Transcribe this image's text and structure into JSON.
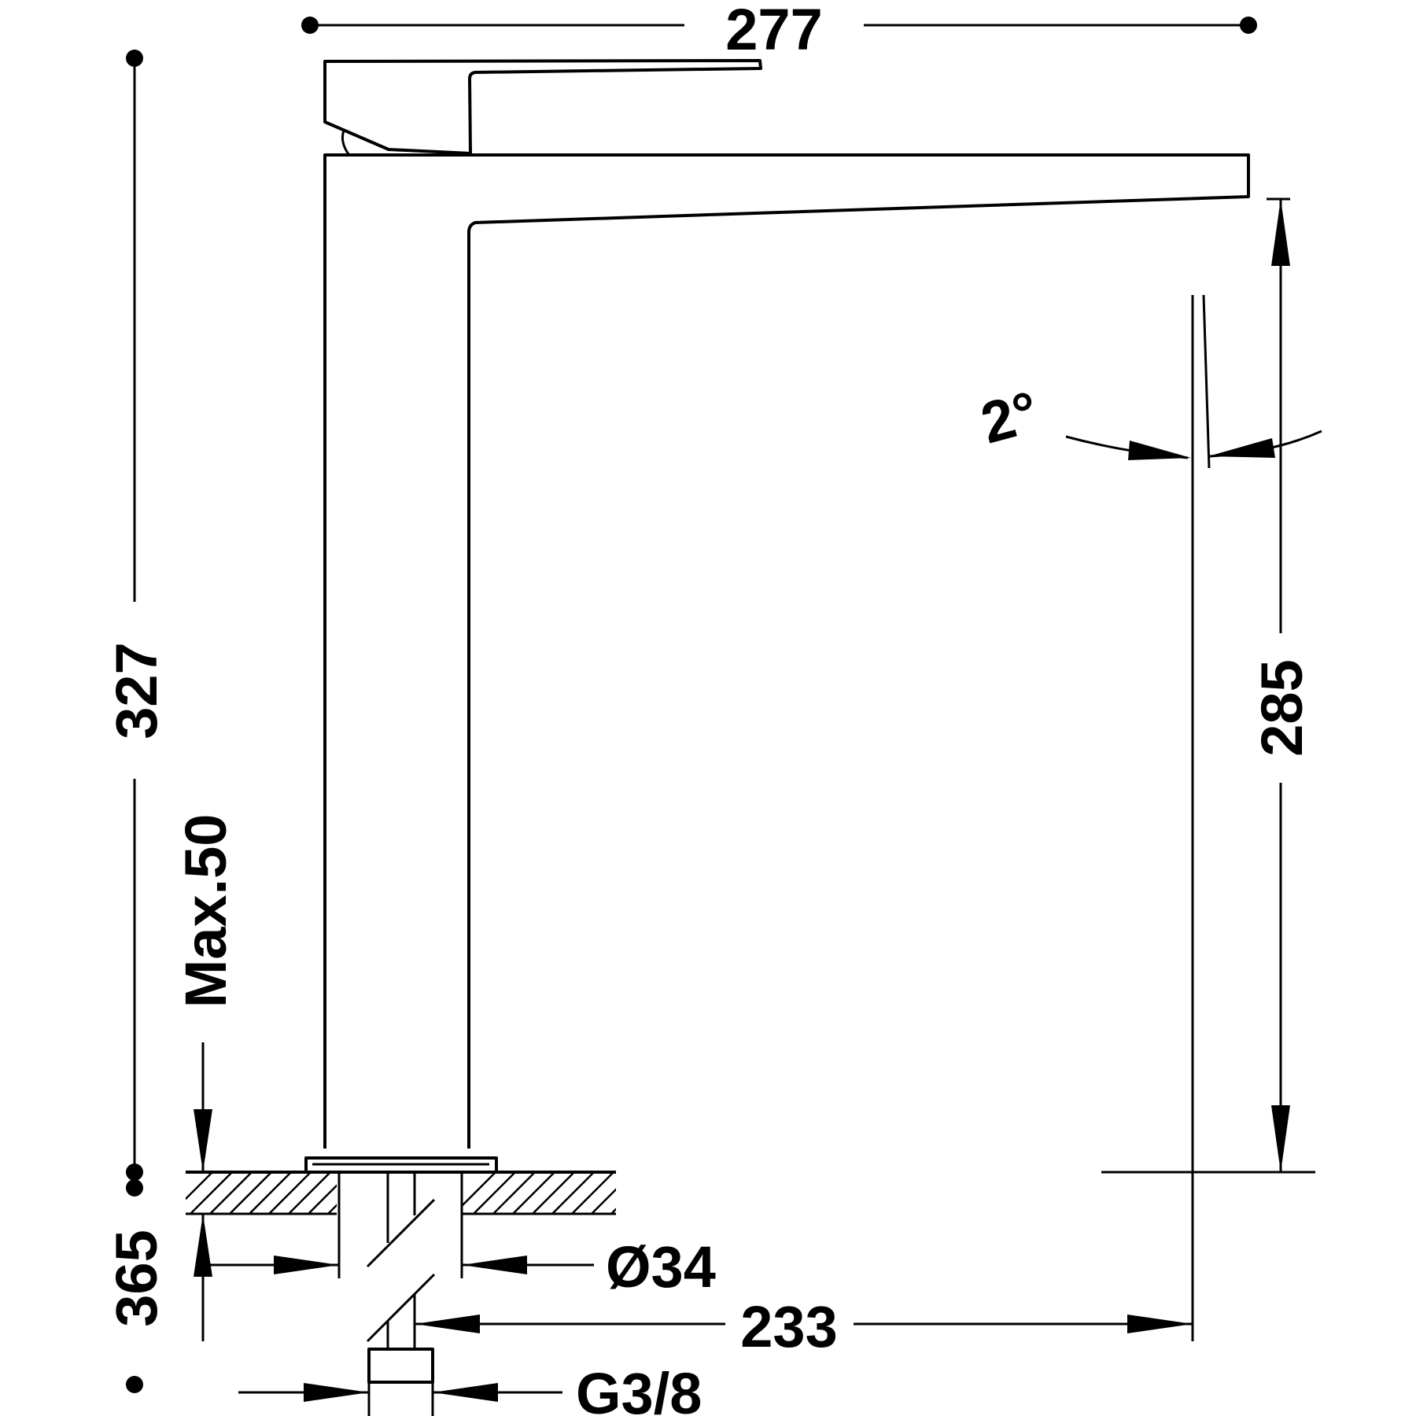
{
  "drawing": {
    "colors": {
      "line": "#000000",
      "background": "#ffffff"
    },
    "dimensions": {
      "overall_width": "277",
      "overall_height": "327",
      "spout_height": "285",
      "spout_angle": "2°",
      "max_deck_thickness": "Max.50",
      "below_deck_length": "365",
      "shank_diameter": "Ø34",
      "spout_reach": "233",
      "connection_thread": "G3/8"
    }
  }
}
